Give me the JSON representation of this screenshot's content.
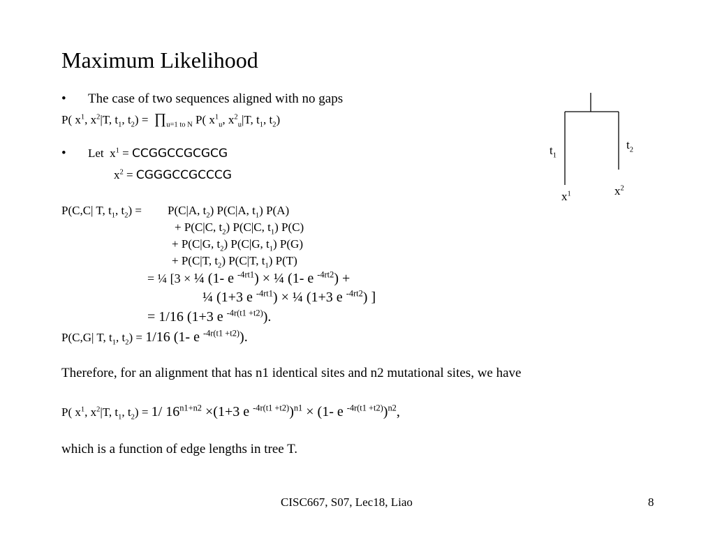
{
  "slide": {
    "title": "Maximum Likelihood",
    "bullet1": "The case of two sequences aligned with no gaps",
    "bullet_marker": "•",
    "joint_prob_line": {
      "lhs": "P( x1, x2|T, t1, t2) =",
      "product_symbol": "∏",
      "product_range": "u=1 to N",
      "rhs": "P( x1u, x2u|T, t1, t2)"
    },
    "let_label": "Let",
    "x1_seq": "CCGGCCGCGCG",
    "x2_seq": "CGGGCCGCCCG",
    "pcc_lhs": "P(C,C| T, t1, t2) =",
    "pcc_terms": [
      "P(C|A, t2) P(C|A, t1) P(A)",
      "+ P(C|C, t2) P(C|C, t1) P(C)",
      "+ P(C|G, t2) P(C|G, t1) P(G)",
      "+ P(C|T, t2) P(C|T, t1) P(T)"
    ],
    "expansion_line1": "= ¼ [3 × ¼ (1- e -4rt1) × ¼ (1- e -4rt2) +",
    "expansion_line2": "¼ (1+3 e -4rt1) × ¼ (1+3 e -4rt2) ]",
    "expansion_line3": "= 1/16 (1+3 e -4r(t1 +t2)).",
    "pcg_line": "P(C,G| T, t1, t2) = 1/16 (1- e -4r(t1 +t2)).",
    "therefore_text": "Therefore, for an alignment that has n1 identical sites and n2 mutational sites, we have",
    "final_formula": "P( x1, x2|T, t1, t2) = 1/ 16n1+n2 ×(1+3 e -4r(t1 +t2))n1 × (1- e -4r(t1 +t2))n2,",
    "conclusion": "which is a function of edge lengths in tree T.",
    "footer": "CISC667, S07, Lec18, Liao",
    "page_number": "8"
  },
  "tree": {
    "edge_left_label": "t1",
    "edge_right_label": "t2",
    "leaf_left_label": "x1",
    "leaf_right_label": "x2"
  }
}
